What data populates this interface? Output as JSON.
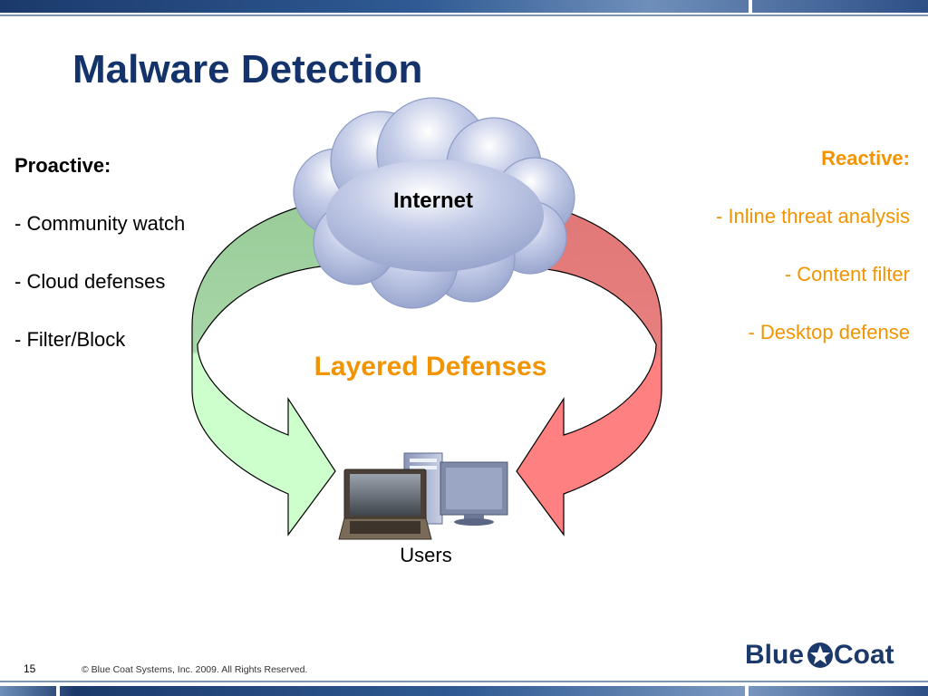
{
  "slide": {
    "title": "Malware Detection",
    "page_number": "15",
    "copyright": "© Blue Coat Systems, Inc. 2009.  All Rights Reserved."
  },
  "proactive": {
    "header": "Proactive:",
    "items": [
      "- Community watch",
      "- Cloud defenses",
      "- Filter/Block"
    ]
  },
  "reactive": {
    "header": "Reactive:",
    "items": [
      "- Inline threat analysis",
      "- Content filter",
      "- Desktop defense"
    ]
  },
  "diagram": {
    "cloud_label": "Internet",
    "center_label": "Layered Defenses",
    "users_label": "Users",
    "icons": [
      "cloud-icon",
      "laptop-icon",
      "desktop-computer-icon",
      "green-arrow",
      "red-arrow"
    ]
  },
  "logo": {
    "word1": "Blue",
    "word2": "Coat"
  },
  "colors": {
    "title": "#13336a",
    "reactive_text": "#f29400",
    "center_label": "#f29400",
    "green_arrow_light": "#ccffcc",
    "green_arrow_dark": "#99cc99",
    "red_arrow_light": "#ff8080",
    "red_arrow_dark": "#e07070",
    "cloud": "#aab4d8"
  }
}
